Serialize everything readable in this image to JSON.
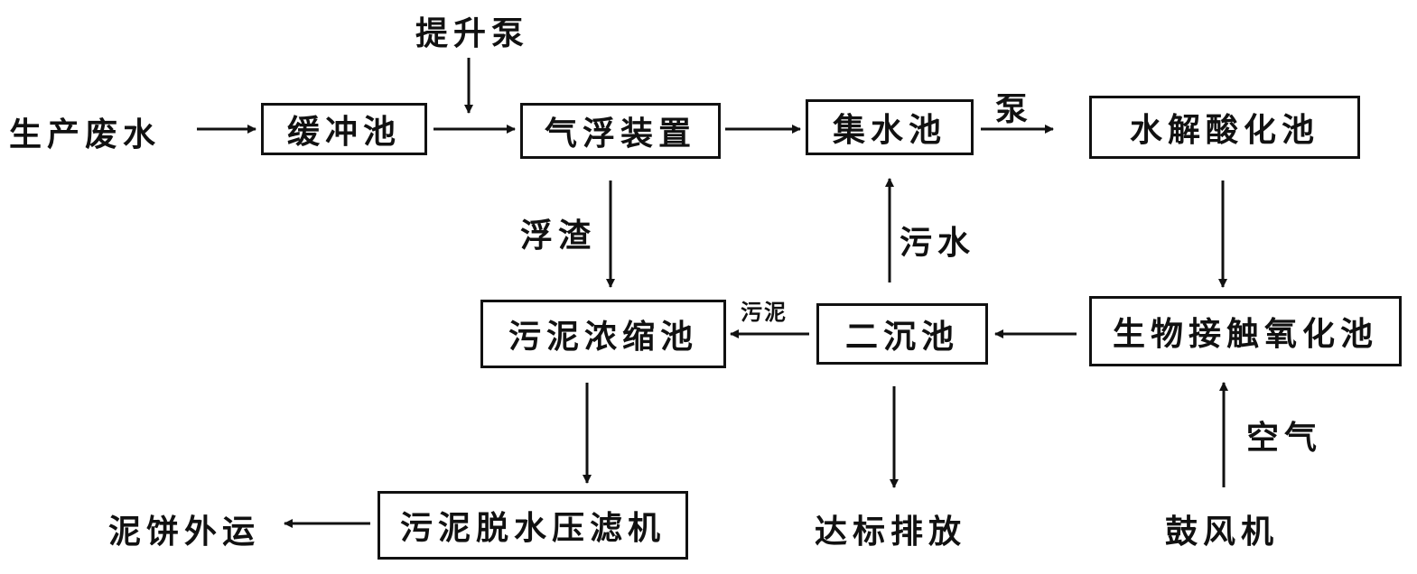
{
  "nodes": {
    "input": "生产废水",
    "buffer": "缓冲池",
    "flotation": "气浮装置",
    "collect": "集水池",
    "hydrolysis": "水解酸化池",
    "bio_oxidation": "生物接触氧化池",
    "secondary": "二沉池",
    "thickener": "污泥浓缩池",
    "press": "污泥脱水压滤机",
    "cake_out": "泥饼外运",
    "discharge": "达标排放",
    "blower": "鼓风机"
  },
  "edge_labels": {
    "lift_pump": "提升泵",
    "pump": "泵",
    "scum": "浮渣",
    "sewage": "污水",
    "sludge": "污泥",
    "air": "空气"
  }
}
